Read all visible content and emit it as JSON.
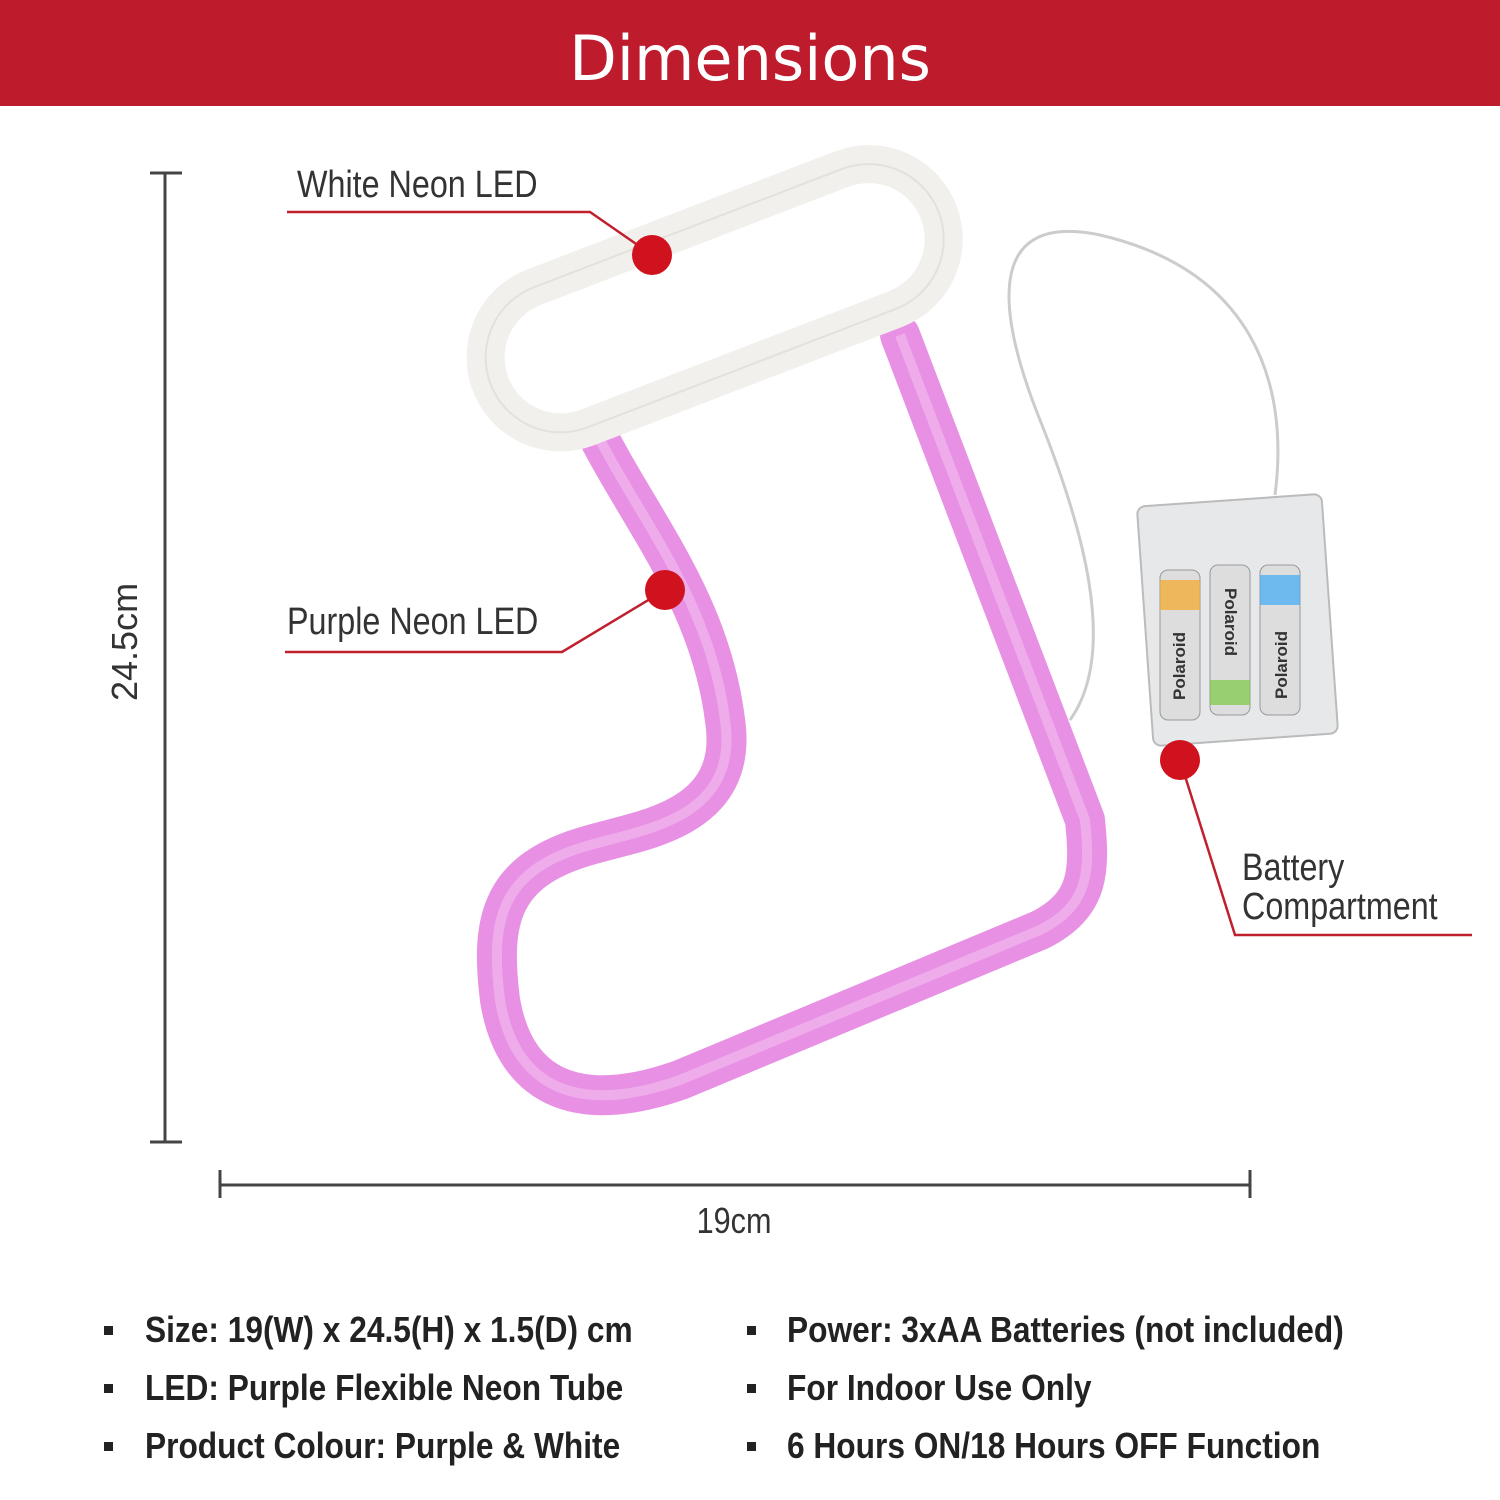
{
  "header": {
    "title": "Dimensions"
  },
  "callouts": {
    "white_led": "White Neon LED",
    "purple_led": "Purple Neon LED",
    "battery_line1": "Battery",
    "battery_line2": "Compartment"
  },
  "dimensions": {
    "height": "24.5cm",
    "width": "19cm"
  },
  "battery_brand": "Polaroid",
  "specs_left": [
    "Size: 19(W) x 24.5(H) x 1.5(D) cm",
    "LED: Purple Flexible Neon Tube",
    "Product Colour: Purple & White"
  ],
  "specs_right": [
    "Power: 3xAA Batteries (not included)",
    "For Indoor Use Only",
    "6 Hours ON/18 Hours OFF Function"
  ],
  "colors": {
    "brand_red": "#BE1B2D",
    "neon_purple": "#E890E4",
    "callout_dot": "#D0121E"
  }
}
